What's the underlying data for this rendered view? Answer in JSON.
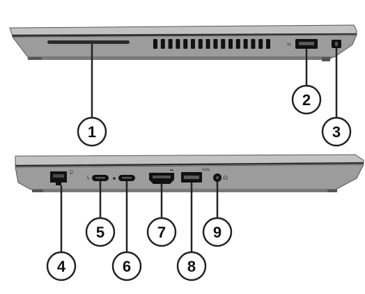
{
  "colors": {
    "chassis_top": "#c7c7c7",
    "chassis_body": "#9a9a9a",
    "chassis_dark": "#6e6e6e",
    "seam": "#3a3a3a",
    "port_black": "#111111",
    "callout_line": "#222222",
    "callout_fill": "#ffffff"
  },
  "right_side_view": {
    "ports": [
      {
        "name": "vent-grille",
        "icon": "vent-icon"
      },
      {
        "name": "usb-a-port",
        "icon": "usb-a-icon"
      },
      {
        "name": "security-lock-slot",
        "icon": "lock-slot-icon"
      }
    ],
    "callouts": [
      {
        "number": "1",
        "target": "speaker-grille"
      },
      {
        "number": "2",
        "target": "usb-a-port"
      },
      {
        "number": "3",
        "target": "security-lock-slot"
      }
    ]
  },
  "left_side_view": {
    "ports": [
      {
        "name": "ethernet-port",
        "icon": "ethernet-icon"
      },
      {
        "name": "usb-c-port-1",
        "icon": "usb-c-icon"
      },
      {
        "name": "usb-c-port-2",
        "icon": "usb-c-icon"
      },
      {
        "name": "hdmi-port",
        "icon": "hdmi-icon"
      },
      {
        "name": "usb-a-port",
        "icon": "usb-a-icon"
      },
      {
        "name": "audio-jack",
        "icon": "headphone-icon"
      }
    ],
    "callouts": [
      {
        "number": "4",
        "target": "ethernet-port"
      },
      {
        "number": "5",
        "target": "usb-c-port-1"
      },
      {
        "number": "6",
        "target": "usb-c-port-2"
      },
      {
        "number": "7",
        "target": "hdmi-port"
      },
      {
        "number": "8",
        "target": "usb-a-port"
      },
      {
        "number": "9",
        "target": "audio-jack"
      }
    ]
  }
}
